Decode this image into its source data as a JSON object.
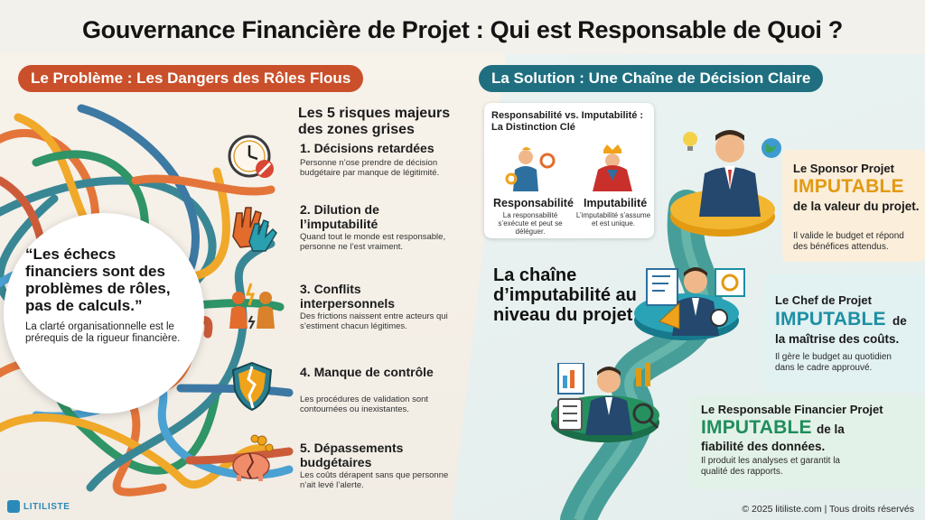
{
  "title": "Gouvernance Financière de Projet : Qui est Responsable de Quoi ?",
  "left_section": {
    "pill": "Le Problème : Les Dangers des Rôles Flous",
    "quote": "“Les échecs financiers sont des problèmes de rôles, pas de calculs.”",
    "quote_sub": "La clarté organisationnelle est le prérequis de la rigueur financière.",
    "risks_heading": "Les 5 risques majeurs des zones grises",
    "risks": [
      {
        "title": "1. Décisions retardées",
        "desc": "Personne n’ose prendre de décision budgétaire par manque de légitimité.",
        "icon": "clock-stop-icon"
      },
      {
        "title": "2. Dilution de l’imputabilité",
        "desc": "Quand tout le monde est responsable, personne ne l’est vraiment.",
        "icon": "many-hands-icon"
      },
      {
        "title": "3. Conflits interpersonnels",
        "desc": "Des frictions naissent entre acteurs qui s’estiment chacun légitimes.",
        "icon": "conflict-people-icon"
      },
      {
        "title": "4. Manque de contrôle",
        "desc": "Les procédures de validation sont contournées ou inexistantes.",
        "icon": "broken-shield-icon"
      },
      {
        "title": "5. Dépassements budgétaires",
        "desc": "Les coûts dérapent sans que personne n’ait levé l’alerte.",
        "icon": "broken-piggy-bank-icon"
      }
    ]
  },
  "right_section": {
    "pill": "La Solution : Une Chaîne de Décision Claire",
    "distinction": {
      "title": "Responsabilité vs. Imputabilité : La Distinction Clé",
      "resp_label": "Responsabilité",
      "resp_desc": "La responsabilité s’exécute et peut se déléguer.",
      "imput_label": "Imputabilité",
      "imput_desc": "L’imputabilité s’assume et est unique."
    },
    "chain_title": "La chaîne d’imputabilité au niveau du projet",
    "roles": [
      {
        "name": "Le Sponsor Projet",
        "imput": "IMPUTABLE",
        "rest": "de la valeur du projet.",
        "desc": "Il valide le budget et répond des bénéfices attendus.",
        "color": "#e29a12"
      },
      {
        "name": "Le Chef de Projet",
        "imput": "IMPUTABLE",
        "rest_inline": "de",
        "rest": "la maîtrise des coûts.",
        "desc": "Il gère le budget au quotidien dans le cadre approuvé.",
        "color": "#1d8fa4"
      },
      {
        "name": "Le Responsable Financier Projet",
        "imput": "IMPUTABLE",
        "rest_inline": "de la",
        "rest": "fiabilité des données.",
        "desc": "Il produit les analyses et garantit la qualité des rapports.",
        "color": "#1f8d5c"
      }
    ]
  },
  "footer": {
    "logo": "LITILISTE",
    "copyright": "© 2025 litiliste.com | Tous droits réservés"
  }
}
